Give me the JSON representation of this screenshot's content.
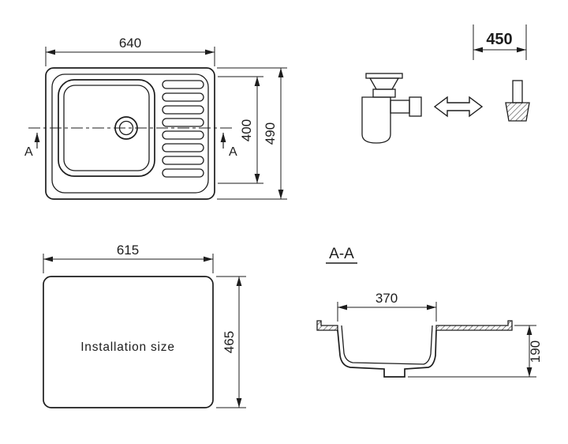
{
  "colors": {
    "background": "#ffffff",
    "line": "#1d1d1d"
  },
  "top_view": {
    "dim_width": "640",
    "dim_bowl_height": "400",
    "dim_height": "490",
    "section_mark_left": "A",
    "section_mark_right": "A"
  },
  "fittings": {
    "dim_width": "450"
  },
  "installation": {
    "label": "Installation size",
    "dim_width": "615",
    "dim_height": "465"
  },
  "section": {
    "title": "A-A",
    "dim_bowl_width": "370",
    "dim_depth": "190"
  }
}
